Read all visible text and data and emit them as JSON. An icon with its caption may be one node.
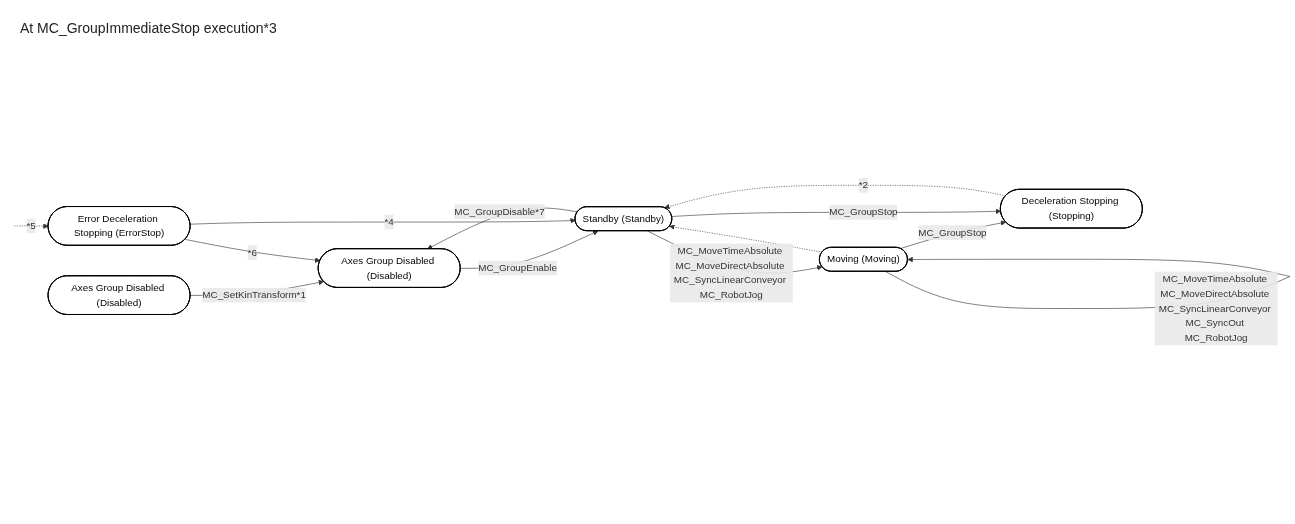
{
  "diagram": {
    "nodes": [
      {
        "text": [
          "Axes Group Disabled (Disabled)"
        ]
      },
      {
        "text": [
          "Moving (Moving)"
        ]
      },
      {
        "text": [
          "Deceleration Stopping (Stopping)"
        ]
      },
      {
        "text": [
          "Axes Group Disabled (Disabled)"
        ]
      },
      {
        "text": [
          "Standby (Standby)"
        ]
      },
      {
        "text": [
          "Error Deceleration Stopping (ErrorStop)"
        ]
      }
    ],
    "labels": [
      "At MC_GroupImmediateStop execution*3"
    ],
    "edges": [
      {
        "from": 0,
        "to": 3,
        "arrow": "to",
        "label": "MC_SetKinTransform*1"
      },
      {
        "from": 1,
        "to": 1,
        "arrow": "to",
        "label": "MC_MoveTimeAbsolute MC_MoveDirectAbsolute MC_SyncLinearConveyor MC_SyncOut MC_RobotJog"
      },
      {
        "from": 1,
        "to": 2,
        "arrow": "to",
        "label": "MC_GroupStop"
      },
      {
        "from": 1,
        "to": 4,
        "arrow": "to",
        "style": "dashed"
      },
      {
        "from": 4,
        "to": 1,
        "arrow": "to",
        "label": "MC_MoveTimeAbsolute MC_MoveDirectAbsolute MC_SyncLinearConveyor MC_RobotJog"
      },
      {
        "from": 4,
        "to": 2,
        "arrow": "to",
        "label": "MC_GroupStop"
      },
      {
        "from": 2,
        "to": 4,
        "arrow": "to",
        "style": "dashed",
        "label": "*2"
      },
      {
        "from": 3,
        "to": 4,
        "arrow": "to",
        "label": "MC_GroupEnable"
      },
      {
        "from": 4,
        "to": 3,
        "arrow": "to",
        "label": "MC_GroupDisable*7"
      },
      {
        "from": 5,
        "to": 4,
        "arrow": "to",
        "label": "*4"
      },
      {
        "from": 5,
        "to": 3,
        "arrow": "to",
        "label": "*6"
      },
      {
        "from": null,
        "to": 5,
        "arrow": "to",
        "style": "dashed",
        "label": "*5"
      }
    ]
  }
}
